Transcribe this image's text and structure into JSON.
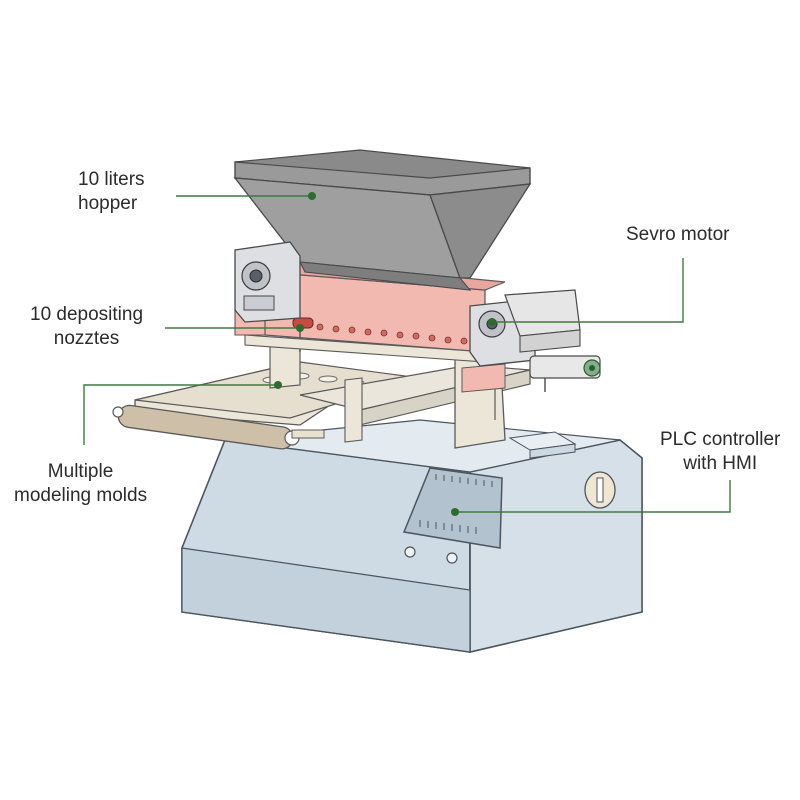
{
  "labels": {
    "hopper": {
      "line1": "10 liters",
      "line2": "hopper"
    },
    "servo": {
      "line1": "Sevro motor"
    },
    "nozzles": {
      "line1": "10 depositing",
      "line2": "nozztes"
    },
    "molds": {
      "line1": "Multiple",
      "line2": "modeling molds"
    },
    "plc": {
      "line1": "PLC controller",
      "line2": "with HMI"
    }
  },
  "colors": {
    "leader_line": "#3f7a3f",
    "leader_dot": "#2e6b2e",
    "body_panel": "#d9e3ea",
    "body_panel_dark": "#b9c9d4",
    "depositor_block": "#f2b9b0",
    "hopper": "#8f8f8f",
    "frame": "#ece6d8",
    "roller": "#cdbfa8"
  }
}
